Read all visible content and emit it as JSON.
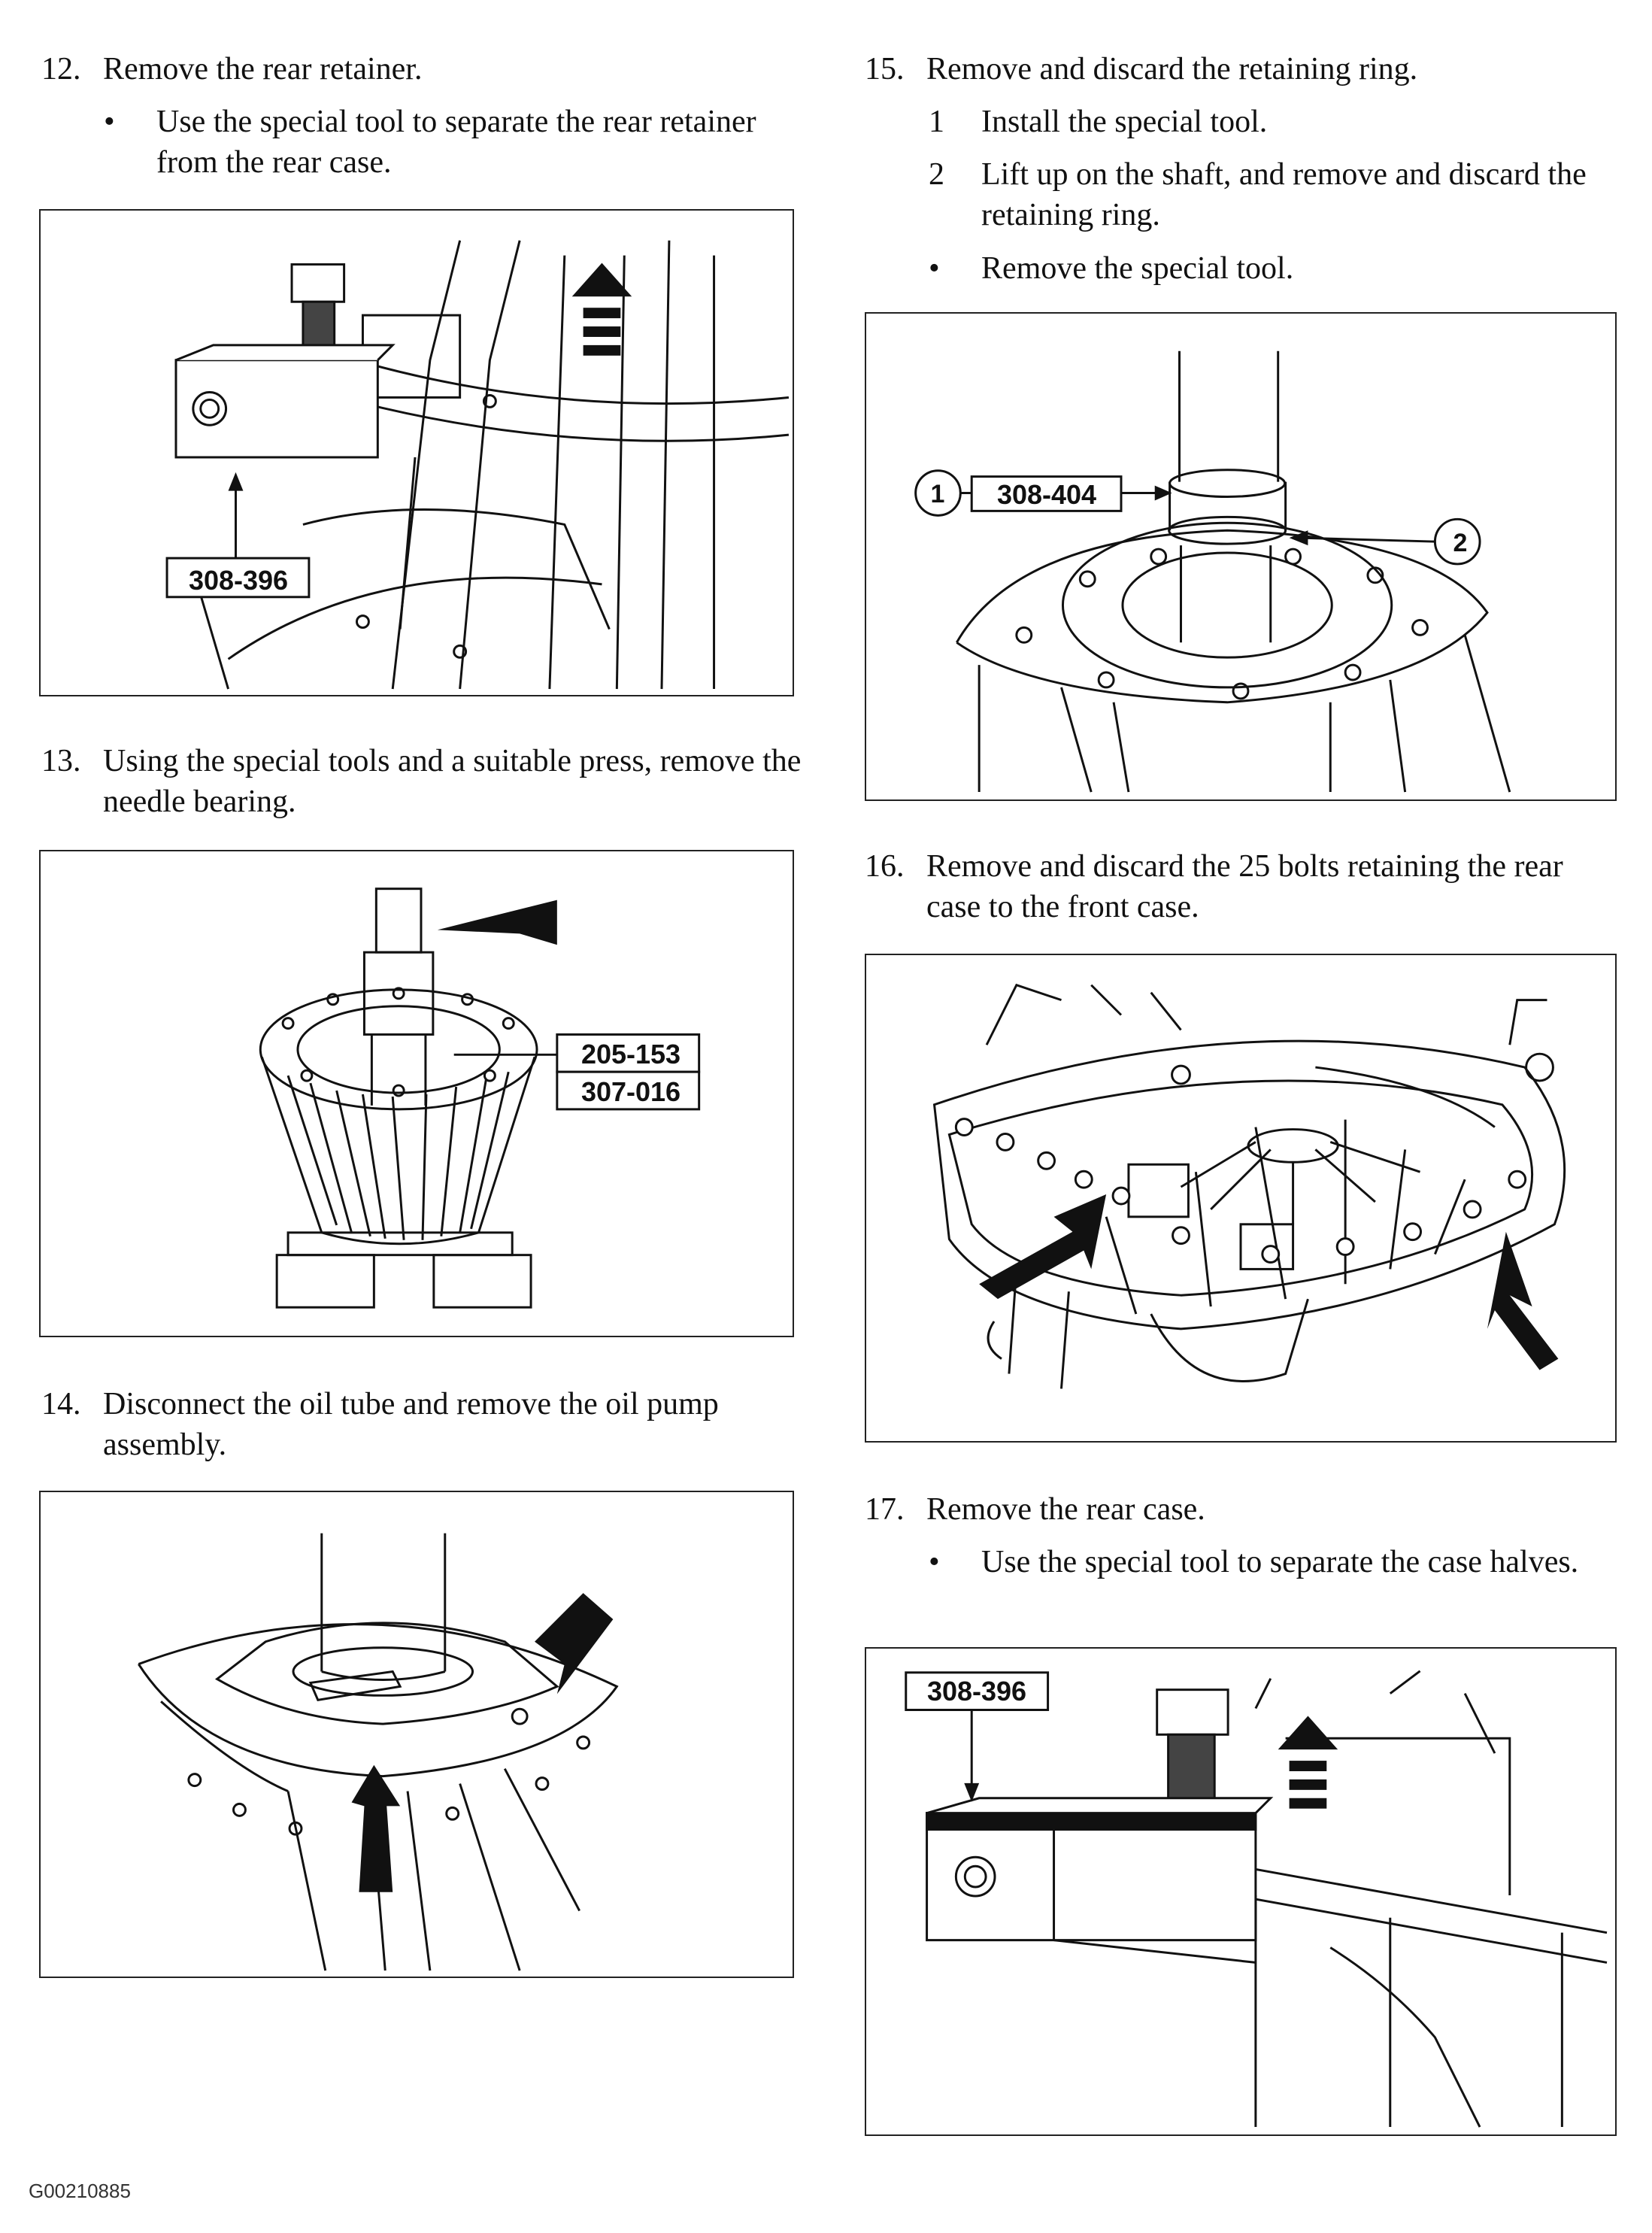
{
  "steps": {
    "s12": {
      "num": "12.",
      "text": "Remove the rear retainer.",
      "sub": "Use the special tool to separate the rear retainer from the rear case.",
      "bullet": "•"
    },
    "s13": {
      "num": "13.",
      "text": "Using the special tools and a suitable press, remove the needle bearing."
    },
    "s14": {
      "num": "14.",
      "text": "Disconnect the oil tube and remove the oil pump assembly."
    },
    "s15": {
      "num": "15.",
      "text": "Remove and discard the retaining ring.",
      "items": [
        {
          "mark": "1",
          "text": "Install the special tool."
        },
        {
          "mark": "2",
          "text": "Lift up on the shaft, and remove and discard the retaining ring."
        },
        {
          "mark": "•",
          "text": "Remove the special tool."
        }
      ]
    },
    "s16": {
      "num": "16.",
      "text": "Remove and discard the 25 bolts retaining the rear case to the front case."
    },
    "s17": {
      "num": "17.",
      "text": "Remove the rear case.",
      "sub": "Use the special tool to separate the case halves.",
      "bullet": "•"
    }
  },
  "figures": {
    "f12": {
      "tool": "308-396"
    },
    "f13": {
      "tool_a": "205-153",
      "tool_b": "307-016"
    },
    "f15": {
      "callout_1": "1",
      "tool": "308-404",
      "callout_2": "2"
    },
    "f17": {
      "tool": "308-396"
    }
  },
  "footer": {
    "code": "G00210885"
  }
}
